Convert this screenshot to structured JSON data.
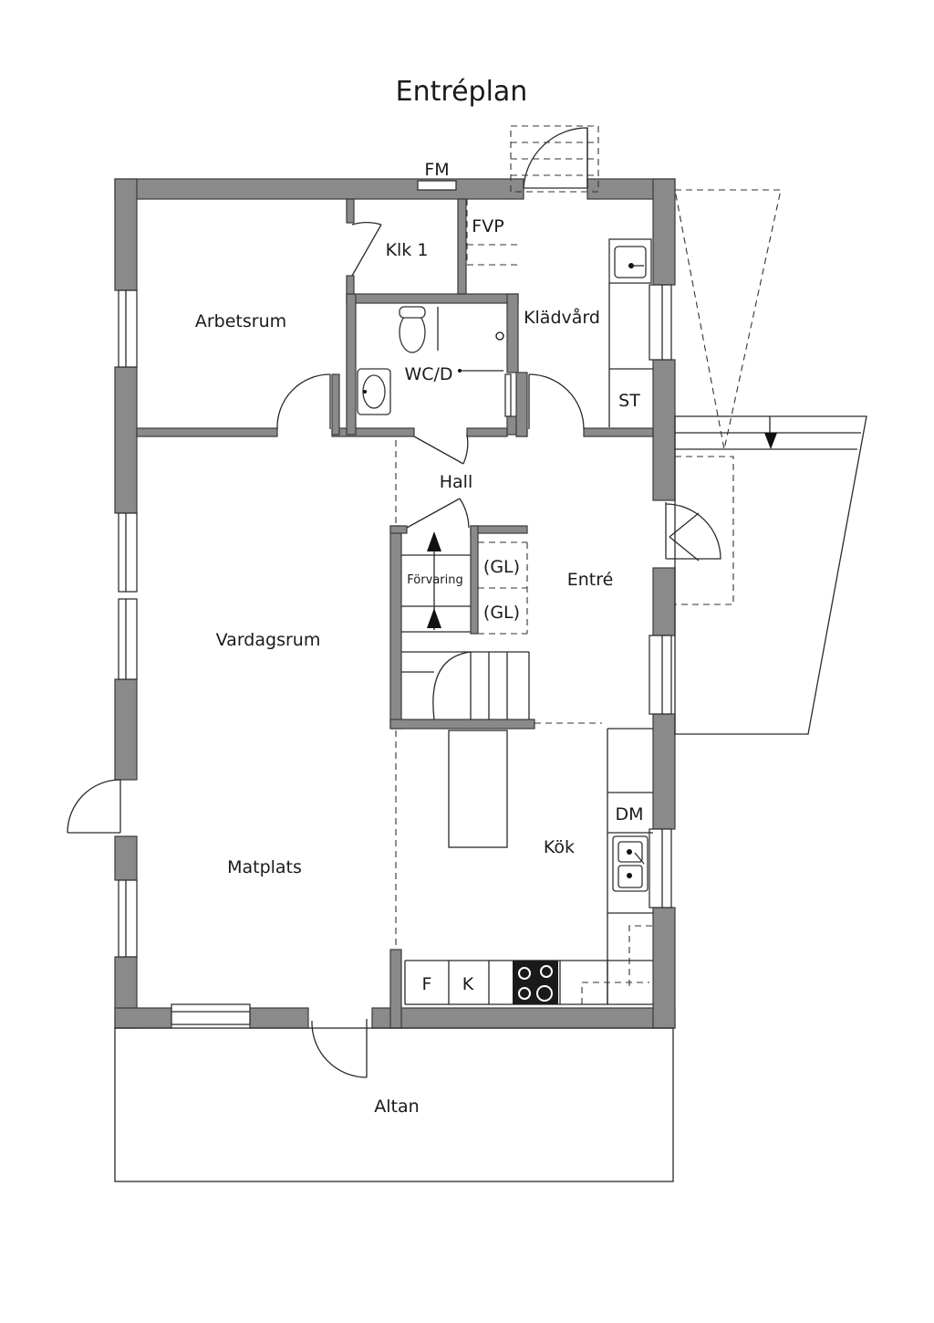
{
  "title": "Entréplan",
  "colors": {
    "wall": "#8a8a8a",
    "line": "#2a2a2a",
    "background": "#ffffff"
  },
  "rooms": {
    "arbetsrum": "Arbetsrum",
    "klk": "Klk 1",
    "fvp": "FVP",
    "kladvard": "Klädvård",
    "wc": "WC/D",
    "st": "ST",
    "hall": "Hall",
    "forvaring": "Förvaring",
    "gl1": "(GL)",
    "gl2": "(GL)",
    "entre": "Entré",
    "vardagsrum": "Vardagsrum",
    "dm": "DM",
    "kok": "Kök",
    "matplats": "Matplats",
    "fridge": "F",
    "freezer": "K",
    "altan": "Altan"
  },
  "markers": {
    "fm": "FM"
  },
  "icons": [
    "stair-arrow-icon",
    "stove-icon",
    "sink-icon",
    "toilet-icon",
    "washbasin-icon",
    "door-swing-icon"
  ]
}
